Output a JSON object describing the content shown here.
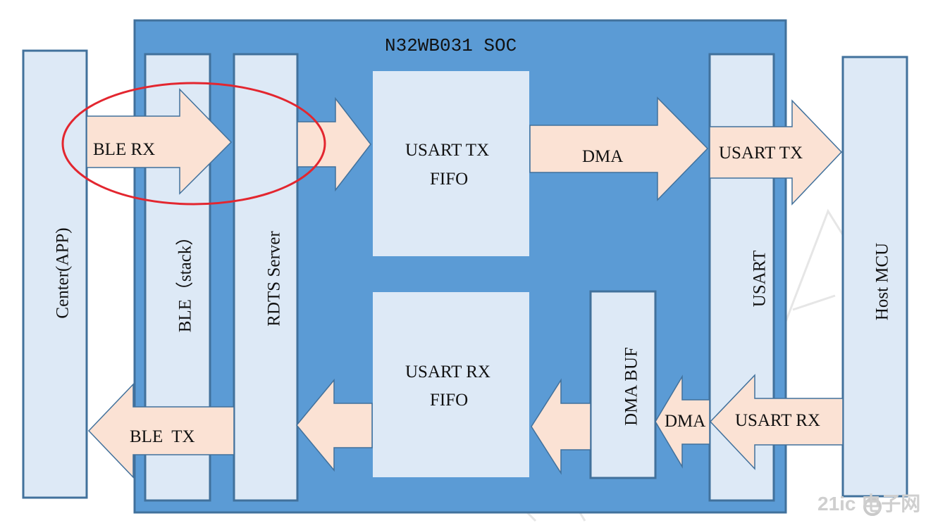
{
  "diagram": {
    "soc_title": "N32WB031 SOC",
    "blocks": {
      "center": "Center(APP)",
      "ble_stack": "BLE（stack）",
      "rdts_server": "RDTS Server",
      "usart_tx_fifo_line1": "USART TX",
      "usart_tx_fifo_line2": "FIFO",
      "usart_rx_fifo_line1": "USART RX",
      "usart_rx_fifo_line2": "FIFO",
      "dma_buf": "DMA BUF",
      "usart": "USART",
      "host_mcu": "Host MCU"
    },
    "arrows": {
      "ble_rx": "BLE RX",
      "ble_tx": "BLE  TX",
      "dma_top": "DMA",
      "usart_tx": "USART TX",
      "dma_bottom": "DMA",
      "usart_rx": "USART RX"
    },
    "logo_text": "21ic 电子网"
  },
  "colors": {
    "soc_fill": "#5b9bd5",
    "block_fill": "#dde9f6",
    "arrow_fill": "#fbe2d4",
    "outline": "#41719c",
    "highlight": "#e3262f"
  }
}
